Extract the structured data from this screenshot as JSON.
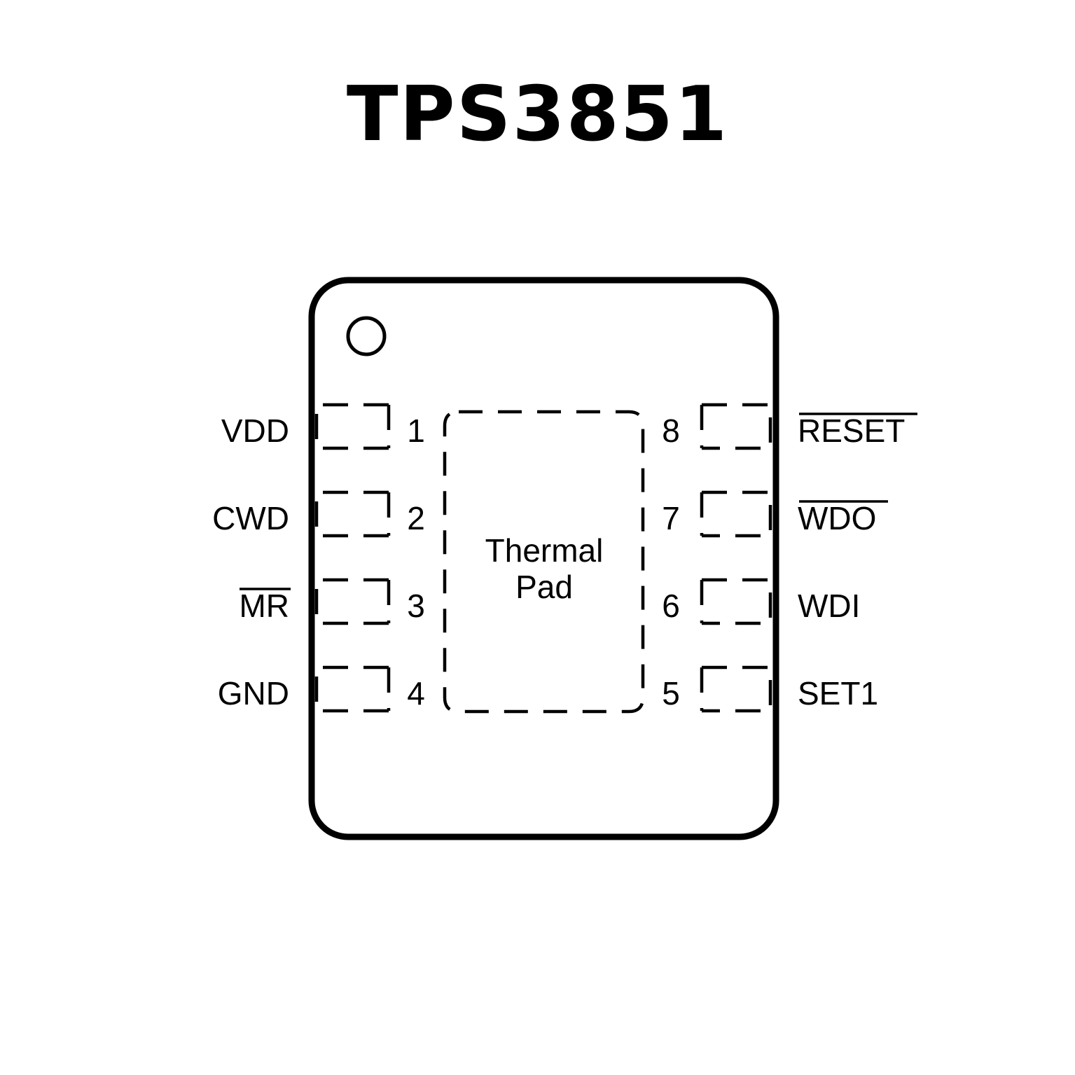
{
  "title": "TPS3851",
  "package": {
    "thermal_pad": {
      "line1": "Thermal",
      "line2": "Pad"
    },
    "left_pins": [
      {
        "number": "1",
        "name": "VDD",
        "active_low": false
      },
      {
        "number": "2",
        "name": "CWD",
        "active_low": false
      },
      {
        "number": "3",
        "name": "MR",
        "active_low": true
      },
      {
        "number": "4",
        "name": "GND",
        "active_low": false
      }
    ],
    "right_pins": [
      {
        "number": "8",
        "name": "RESET",
        "active_low": true
      },
      {
        "number": "7",
        "name": "WDO",
        "active_low": true
      },
      {
        "number": "6",
        "name": "WDI",
        "active_low": false
      },
      {
        "number": "5",
        "name": "SET1",
        "active_low": false
      }
    ]
  }
}
